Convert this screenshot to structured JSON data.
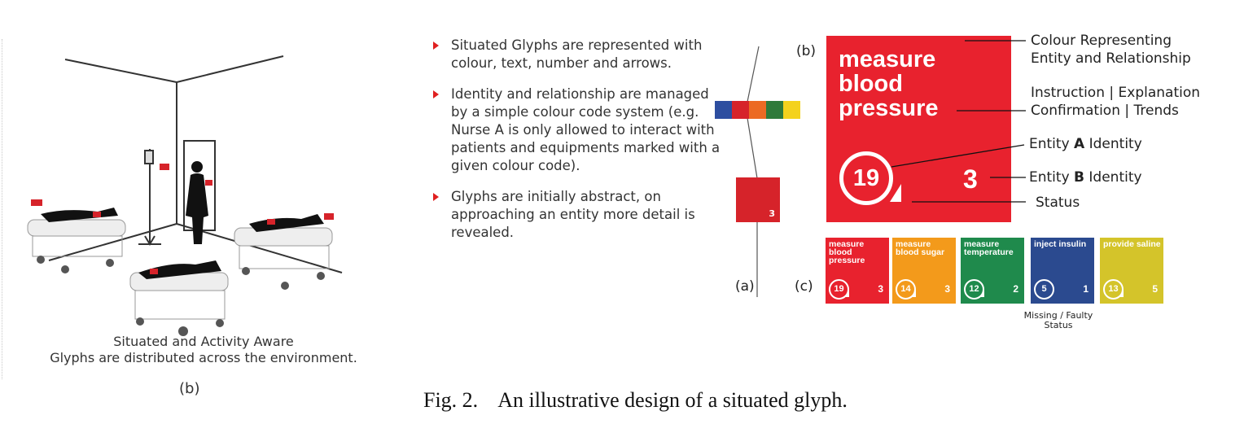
{
  "left_panel": {
    "caption_line1": "Situated and Activity Aware",
    "caption_line2": "Glyphs are distributed across the environment.",
    "label": "(b)"
  },
  "bullets": [
    "Situated Glyphs are represented with colour, text, number and arrows.",
    "Identity and relationship are managed by a simple colour code system (e.g. Nurse A is only allowed to interact with patients and equipments marked with a given colour code).",
    "Glyphs are initially abstract, on approaching an entity more detail is revealed."
  ],
  "diagram": {
    "label_a": "(a)",
    "label_b": "(b)",
    "label_c": "(c)",
    "small_glyph_number": "3",
    "colour_strip": [
      "#2d4ea0",
      "#d6232a",
      "#ec6a23",
      "#2f7a3a",
      "#f4d21d"
    ]
  },
  "big_glyph": {
    "title_line1": "measure",
    "title_line2": "blood",
    "title_line3": "pressure",
    "entity_a": "19",
    "entity_b": "3",
    "color": "#e8222e"
  },
  "annotations": {
    "colour_line1": "Colour Representing",
    "colour_line2": "Entity and Relationship",
    "instr_line1": "Instruction | Explanation",
    "instr_line2": "Confirmation | Trends",
    "entity_a_pre": "Entity ",
    "entity_a_bold": "A",
    "entity_a_post": " Identity",
    "entity_b_pre": "Entity ",
    "entity_b_bold": "B",
    "entity_b_post": " Identity",
    "status": "Status"
  },
  "mini_glyphs": [
    {
      "title": "measure blood pressure",
      "a": "19",
      "b": "3",
      "color": "#e8222e"
    },
    {
      "title": "measure blood sugar",
      "a": "14",
      "b": "3",
      "color": "#f39a1b"
    },
    {
      "title": "measure temperature",
      "a": "12",
      "b": "2",
      "color": "#1f8a4c"
    },
    {
      "title": "inject insulin",
      "a": "5",
      "b": "1",
      "color": "#2b4a8f"
    },
    {
      "title": "provide saline",
      "a": "13",
      "b": "5",
      "color": "#d4c42a"
    }
  ],
  "mini_caption_line1": "Missing / Faulty",
  "mini_caption_line2": "Status",
  "figure_caption": {
    "number": "Fig. 2.",
    "text": "An illustrative design of a situated glyph."
  }
}
